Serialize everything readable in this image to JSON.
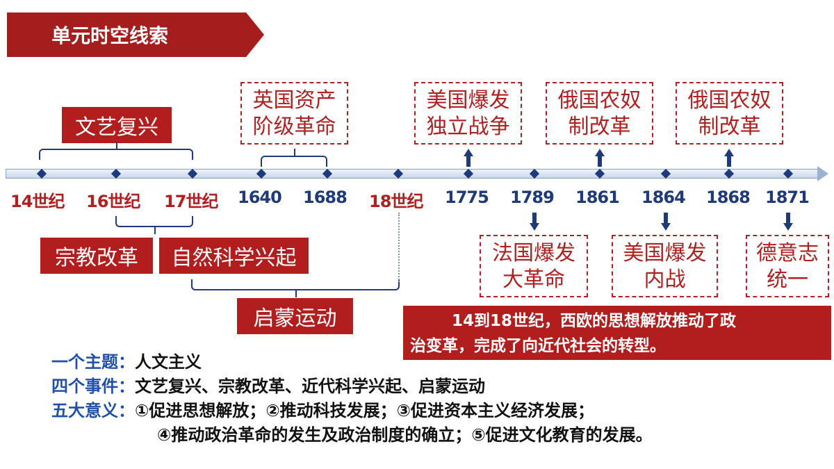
{
  "header": {
    "title": "单元时空线索"
  },
  "timeline": {
    "labels": [
      "14世纪",
      "16世纪",
      "17世纪",
      "1640",
      "1688",
      "18世纪",
      "1775",
      "1789",
      "1861",
      "1864",
      "1868",
      "1871"
    ]
  },
  "events": {
    "renaissance": "文艺复兴",
    "reformation": "宗教改革",
    "science": "自然科学兴起",
    "enlightenment": "启蒙运动",
    "english_rev": [
      "英国资产",
      "阶级革命"
    ],
    "us_independence": [
      "美国爆发",
      "独立战争"
    ],
    "russia_reform_1": [
      "俄国农奴",
      "制改革"
    ],
    "russia_reform_2": [
      "俄国农奴",
      "制改革"
    ],
    "french_rev": [
      "法国爆发",
      "大革命"
    ],
    "us_civil_war": [
      "美国爆发",
      "内战"
    ],
    "german_italy": [
      "德意志",
      "统一"
    ]
  },
  "conclusion": {
    "line1": "14到18世纪，西欧的思想解放推动了政",
    "line2": "治变革，完成了向近代社会的转型。"
  },
  "summary": {
    "theme_label": "一个主题：",
    "theme_value": "人文主义",
    "events_label": "四个事件：",
    "events_value": "文艺复兴、宗教改革、近代科学兴起、启蒙运动",
    "significance_label": "五大意义：",
    "significance_line1": "①促进思想解放；②推动科技发展；③促进资本主义经济发展；",
    "significance_line2": "④推动政治革命的发生及政治制度的确立；⑤促进文化教育的发展。"
  },
  "colors": {
    "accent_red": "#b21e1e",
    "navy": "#1f3a7a",
    "label_blue": "#1f4fa8"
  }
}
